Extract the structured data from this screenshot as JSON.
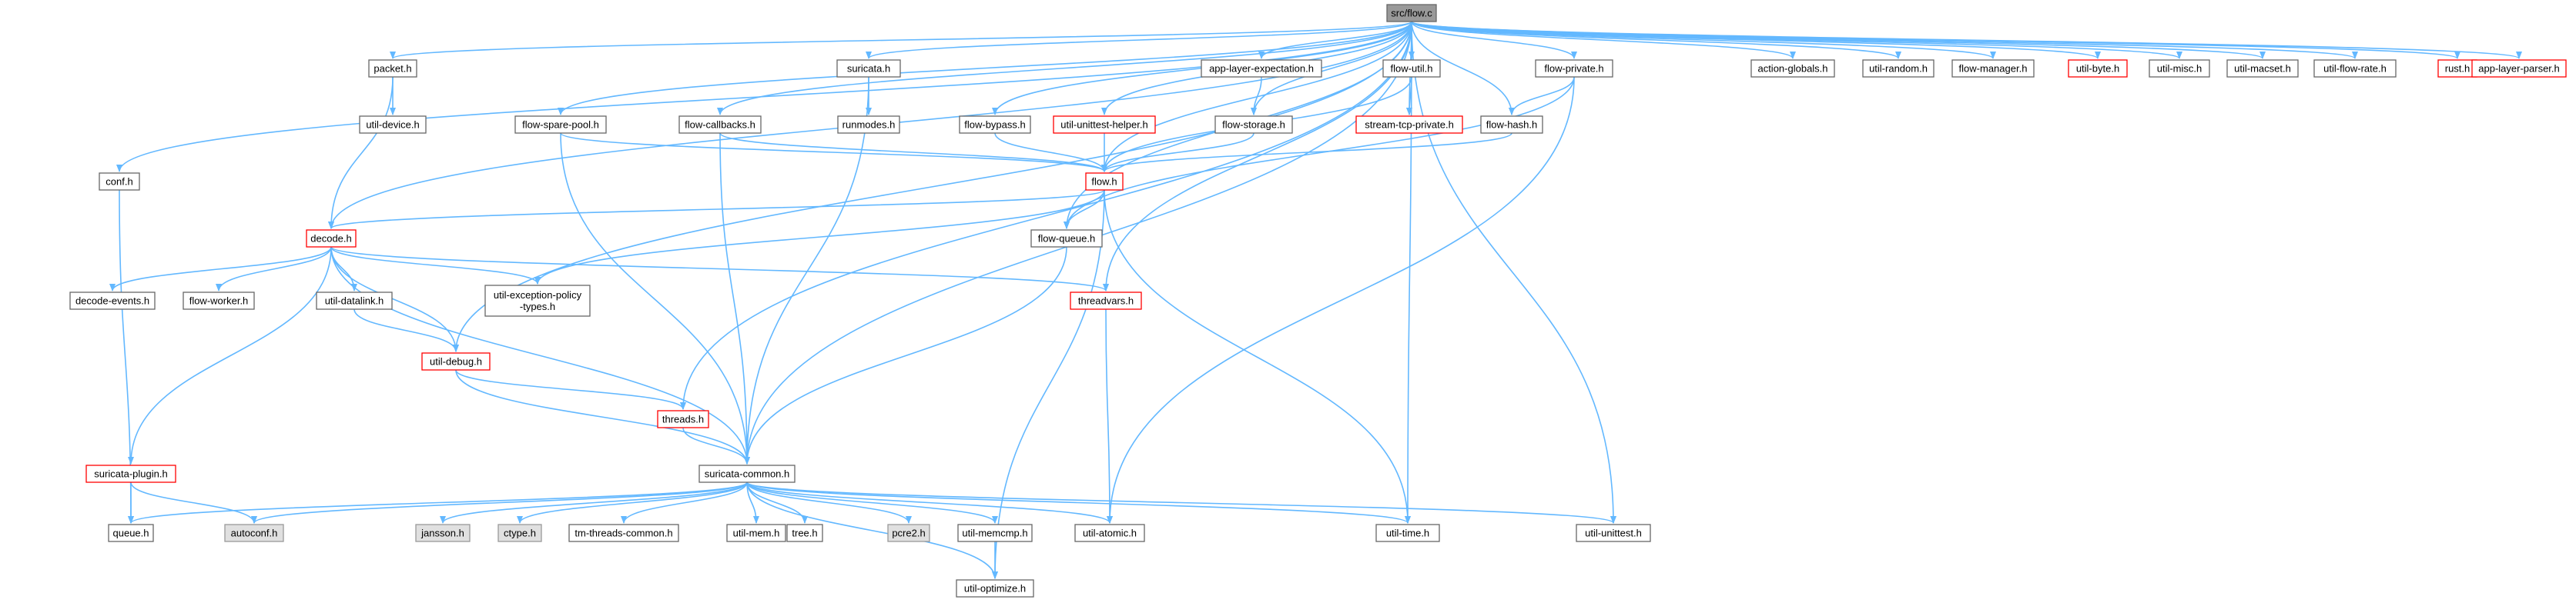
{
  "title": "src/flow.c",
  "colors": {
    "edge": "#63b8ff",
    "root_fill": "#999999",
    "root_stroke": "#666666",
    "normal_fill": "#ffffff",
    "normal_stroke": "#666666",
    "red_stroke": "#ff0000",
    "gray_fill": "#e0e0e0",
    "gray_stroke": "#999999"
  },
  "nodes": [
    {
      "id": "flow_c",
      "lines": [
        "src/flow.c"
      ],
      "style": "root"
    },
    {
      "id": "packet_h",
      "lines": [
        "packet.h"
      ],
      "style": "normal"
    },
    {
      "id": "suricata_h",
      "lines": [
        "suricata.h"
      ],
      "style": "normal"
    },
    {
      "id": "ale_h",
      "lines": [
        "app-layer-expectation.h"
      ],
      "style": "normal"
    },
    {
      "id": "flow_util_h",
      "lines": [
        "flow-util.h"
      ],
      "style": "normal"
    },
    {
      "id": "flow_private_h",
      "lines": [
        "flow-private.h"
      ],
      "style": "normal"
    },
    {
      "id": "action_globals_h",
      "lines": [
        "action-globals.h"
      ],
      "style": "normal"
    },
    {
      "id": "util_random_h",
      "lines": [
        "util-random.h"
      ],
      "style": "normal"
    },
    {
      "id": "flow_manager_h",
      "lines": [
        "flow-manager.h"
      ],
      "style": "normal"
    },
    {
      "id": "util_byte_h",
      "lines": [
        "util-byte.h"
      ],
      "style": "red"
    },
    {
      "id": "util_misc_h",
      "lines": [
        "util-misc.h"
      ],
      "style": "normal"
    },
    {
      "id": "util_macset_h",
      "lines": [
        "util-macset.h"
      ],
      "style": "normal"
    },
    {
      "id": "util_flow_rate_h",
      "lines": [
        "util-flow-rate.h"
      ],
      "style": "normal"
    },
    {
      "id": "rust_h",
      "lines": [
        "rust.h"
      ],
      "style": "red"
    },
    {
      "id": "alp_h",
      "lines": [
        "app-layer-parser.h"
      ],
      "style": "red"
    },
    {
      "id": "util_device_h",
      "lines": [
        "util-device.h"
      ],
      "style": "normal"
    },
    {
      "id": "conf_h",
      "lines": [
        "conf.h"
      ],
      "style": "normal"
    },
    {
      "id": "flow_spare_pool_h",
      "lines": [
        "flow-spare-pool.h"
      ],
      "style": "normal"
    },
    {
      "id": "flow_callbacks_h",
      "lines": [
        "flow-callbacks.h"
      ],
      "style": "normal"
    },
    {
      "id": "runmodes_h",
      "lines": [
        "runmodes.h"
      ],
      "style": "normal"
    },
    {
      "id": "flow_bypass_h",
      "lines": [
        "flow-bypass.h"
      ],
      "style": "normal"
    },
    {
      "id": "unittest_helper_h",
      "lines": [
        "util-unittest-helper.h"
      ],
      "style": "red"
    },
    {
      "id": "flow_storage_h",
      "lines": [
        "flow-storage.h"
      ],
      "style": "normal"
    },
    {
      "id": "stream_tcp_private_h",
      "lines": [
        "stream-tcp-private.h"
      ],
      "style": "red"
    },
    {
      "id": "flow_hash_h",
      "lines": [
        "flow-hash.h"
      ],
      "style": "normal"
    },
    {
      "id": "flow_h",
      "lines": [
        "flow.h"
      ],
      "style": "red"
    },
    {
      "id": "decode_h",
      "lines": [
        "decode.h"
      ],
      "style": "red"
    },
    {
      "id": "flow_queue_h",
      "lines": [
        "flow-queue.h"
      ],
      "style": "normal"
    },
    {
      "id": "decode_events_h",
      "lines": [
        "decode-events.h"
      ],
      "style": "normal"
    },
    {
      "id": "flow_worker_h",
      "lines": [
        "flow-worker.h"
      ],
      "style": "normal"
    },
    {
      "id": "util_datalink_h",
      "lines": [
        "util-datalink.h"
      ],
      "style": "normal"
    },
    {
      "id": "uep_types_h",
      "lines": [
        "util-exception-policy",
        "-types.h"
      ],
      "style": "normal"
    },
    {
      "id": "threadvars_h",
      "lines": [
        "threadvars.h"
      ],
      "style": "red"
    },
    {
      "id": "util_debug_h",
      "lines": [
        "util-debug.h"
      ],
      "style": "red"
    },
    {
      "id": "threads_h",
      "lines": [
        "threads.h"
      ],
      "style": "red"
    },
    {
      "id": "suricata_plugin_h",
      "lines": [
        "suricata-plugin.h"
      ],
      "style": "red"
    },
    {
      "id": "suricata_common_h",
      "lines": [
        "suricata-common.h"
      ],
      "style": "normal"
    },
    {
      "id": "queue_h",
      "lines": [
        "queue.h"
      ],
      "style": "normal"
    },
    {
      "id": "autoconf_h",
      "lines": [
        "autoconf.h"
      ],
      "style": "gray"
    },
    {
      "id": "jansson_h",
      "lines": [
        "jansson.h"
      ],
      "style": "gray"
    },
    {
      "id": "ctype_h",
      "lines": [
        "ctype.h"
      ],
      "style": "gray"
    },
    {
      "id": "tm_threads_common_h",
      "lines": [
        "tm-threads-common.h"
      ],
      "style": "normal"
    },
    {
      "id": "util_mem_h",
      "lines": [
        "util-mem.h"
      ],
      "style": "normal"
    },
    {
      "id": "tree_h",
      "lines": [
        "tree.h"
      ],
      "style": "normal"
    },
    {
      "id": "pcre2_h",
      "lines": [
        "pcre2.h"
      ],
      "style": "gray"
    },
    {
      "id": "util_memcmp_h",
      "lines": [
        "util-memcmp.h"
      ],
      "style": "normal"
    },
    {
      "id": "util_atomic_h",
      "lines": [
        "util-atomic.h"
      ],
      "style": "normal"
    },
    {
      "id": "util_time_h",
      "lines": [
        "util-time.h"
      ],
      "style": "normal"
    },
    {
      "id": "util_unittest_h",
      "lines": [
        "util-unittest.h"
      ],
      "style": "normal"
    },
    {
      "id": "util_optimize_h",
      "lines": [
        "util-optimize.h"
      ],
      "style": "normal"
    }
  ],
  "edges": [
    [
      "flow_c",
      "packet_h"
    ],
    [
      "flow_c",
      "suricata_h"
    ],
    [
      "flow_c",
      "ale_h"
    ],
    [
      "flow_c",
      "flow_util_h"
    ],
    [
      "flow_c",
      "flow_private_h"
    ],
    [
      "flow_c",
      "action_globals_h"
    ],
    [
      "flow_c",
      "util_random_h"
    ],
    [
      "flow_c",
      "flow_manager_h"
    ],
    [
      "flow_c",
      "util_byte_h"
    ],
    [
      "flow_c",
      "util_misc_h"
    ],
    [
      "flow_c",
      "util_macset_h"
    ],
    [
      "flow_c",
      "util_flow_rate_h"
    ],
    [
      "flow_c",
      "rust_h"
    ],
    [
      "flow_c",
      "alp_h"
    ],
    [
      "flow_c",
      "conf_h"
    ],
    [
      "flow_c",
      "flow_spare_pool_h"
    ],
    [
      "flow_c",
      "flow_callbacks_h"
    ],
    [
      "flow_c",
      "flow_bypass_h"
    ],
    [
      "flow_c",
      "unittest_helper_h"
    ],
    [
      "flow_c",
      "flow_storage_h"
    ],
    [
      "flow_c",
      "stream_tcp_private_h"
    ],
    [
      "flow_c",
      "flow_hash_h"
    ],
    [
      "flow_c",
      "flow_h"
    ],
    [
      "flow_c",
      "decode_h"
    ],
    [
      "flow_c",
      "flow_queue_h"
    ],
    [
      "flow_c",
      "threadvars_h"
    ],
    [
      "flow_c",
      "util_debug_h"
    ],
    [
      "flow_c",
      "threads_h"
    ],
    [
      "flow_c",
      "suricata_common_h"
    ],
    [
      "flow_c",
      "util_time_h"
    ],
    [
      "flow_c",
      "util_unittest_h"
    ],
    [
      "packet_h",
      "util_device_h"
    ],
    [
      "packet_h",
      "decode_h"
    ],
    [
      "suricata_h",
      "runmodes_h"
    ],
    [
      "suricata_h",
      "suricata_common_h"
    ],
    [
      "ale_h",
      "flow_storage_h"
    ],
    [
      "flow_util_h",
      "stream_tcp_private_h"
    ],
    [
      "flow_util_h",
      "flow_h"
    ],
    [
      "flow_private_h",
      "flow_hash_h"
    ],
    [
      "flow_private_h",
      "flow_queue_h"
    ],
    [
      "flow_private_h",
      "util_atomic_h"
    ],
    [
      "conf_h",
      "queue_h"
    ],
    [
      "flow_spare_pool_h",
      "flow_h"
    ],
    [
      "flow_spare_pool_h",
      "suricata_common_h"
    ],
    [
      "flow_callbacks_h",
      "flow_h"
    ],
    [
      "flow_callbacks_h",
      "suricata_common_h"
    ],
    [
      "flow_bypass_h",
      "flow_h"
    ],
    [
      "unittest_helper_h",
      "flow_h"
    ],
    [
      "flow_storage_h",
      "flow_h"
    ],
    [
      "flow_hash_h",
      "flow_h"
    ],
    [
      "flow_h",
      "decode_h"
    ],
    [
      "flow_h",
      "flow_queue_h"
    ],
    [
      "flow_h",
      "uep_types_h"
    ],
    [
      "flow_h",
      "util_time_h"
    ],
    [
      "flow_h",
      "util_optimize_h"
    ],
    [
      "flow_queue_h",
      "suricata_common_h"
    ],
    [
      "decode_h",
      "decode_events_h"
    ],
    [
      "decode_h",
      "flow_worker_h"
    ],
    [
      "decode_h",
      "util_datalink_h"
    ],
    [
      "decode_h",
      "uep_types_h"
    ],
    [
      "decode_h",
      "threadvars_h"
    ],
    [
      "decode_h",
      "util_debug_h"
    ],
    [
      "decode_h",
      "suricata_plugin_h"
    ],
    [
      "decode_h",
      "suricata_common_h"
    ],
    [
      "util_datalink_h",
      "util_debug_h"
    ],
    [
      "threadvars_h",
      "util_atomic_h"
    ],
    [
      "util_debug_h",
      "threads_h"
    ],
    [
      "util_debug_h",
      "suricata_common_h"
    ],
    [
      "threads_h",
      "suricata_common_h"
    ],
    [
      "suricata_plugin_h",
      "queue_h"
    ],
    [
      "suricata_plugin_h",
      "autoconf_h"
    ],
    [
      "suricata_common_h",
      "queue_h"
    ],
    [
      "suricata_common_h",
      "autoconf_h"
    ],
    [
      "suricata_common_h",
      "jansson_h"
    ],
    [
      "suricata_common_h",
      "ctype_h"
    ],
    [
      "suricata_common_h",
      "tm_threads_common_h"
    ],
    [
      "suricata_common_h",
      "util_mem_h"
    ],
    [
      "suricata_common_h",
      "tree_h"
    ],
    [
      "suricata_common_h",
      "pcre2_h"
    ],
    [
      "suricata_common_h",
      "util_memcmp_h"
    ],
    [
      "suricata_common_h",
      "util_atomic_h"
    ],
    [
      "suricata_common_h",
      "util_time_h"
    ],
    [
      "suricata_common_h",
      "util_unittest_h"
    ],
    [
      "suricata_common_h",
      "util_optimize_h"
    ],
    [
      "util_memcmp_h",
      "util_optimize_h"
    ]
  ]
}
